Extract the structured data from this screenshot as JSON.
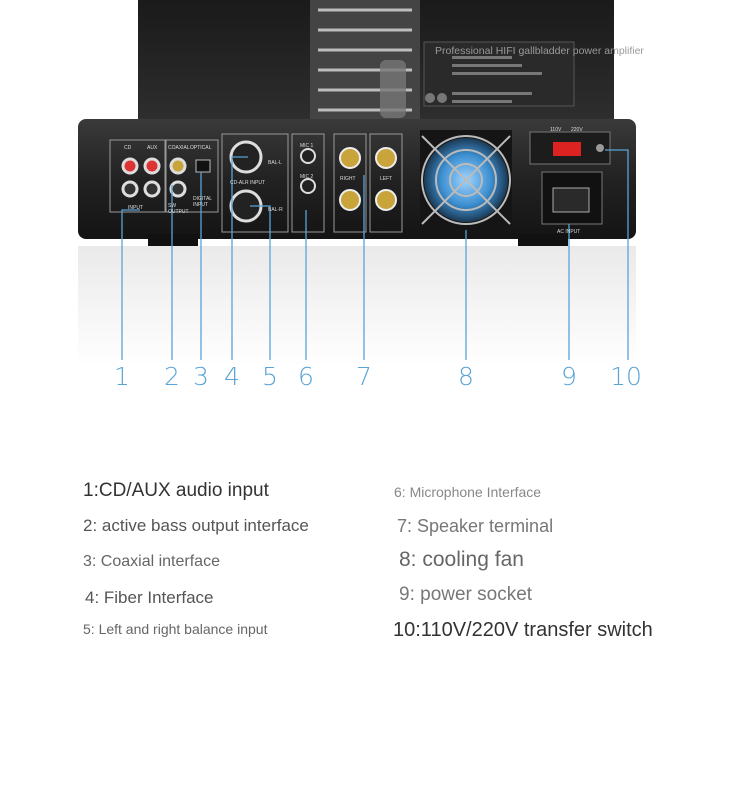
{
  "photo": {
    "top_label": "Professional HIFI gallbladder power amplifier",
    "panel_labels": {
      "cd": "CD",
      "aux": "AUX",
      "input": "INPUT",
      "sw_output": "SW OUTPUT",
      "coaxial": "COAXIAL",
      "optical": "OPTICAL",
      "digital_input": "DIGITAL INPUT",
      "cd_alr_input": "CD-ALR INPUT",
      "bal_l": "BAL-L",
      "bal_r": "BAL-R",
      "mic1": "MIC 1",
      "mic2": "MIC 2",
      "right": "RIGHT",
      "left": "LEFT",
      "v110": "110V",
      "v220": "220V",
      "ac_input": "AC INPUT"
    },
    "callouts": [
      "1",
      "2",
      "3",
      "4",
      "5",
      "6",
      "7",
      "8",
      "9",
      "10"
    ]
  },
  "legend": {
    "left": [
      "1:CD/AUX audio input",
      "2: active bass output interface",
      "3: Coaxial interface",
      "4: Fiber Interface",
      "5: Left and right balance input"
    ],
    "right": [
      "6: Microphone Interface",
      "7: Speaker terminal",
      "8: cooling fan",
      "9: power socket",
      "10:110V/220V transfer switch"
    ]
  }
}
